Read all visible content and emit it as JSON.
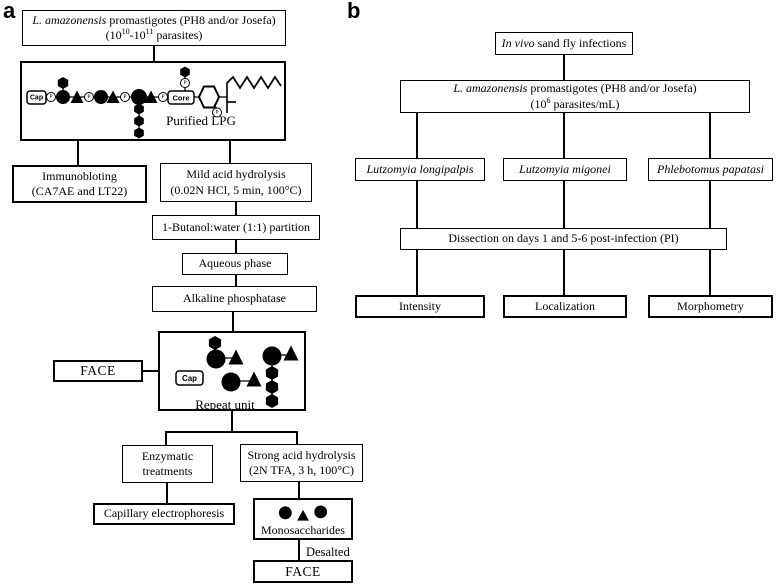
{
  "colors": {
    "ink": "#000000",
    "paper": "#ffffff"
  },
  "glyphs": {
    "p_label": "P",
    "cap_label": "Cap",
    "core_label": "Core"
  },
  "panel_a": {
    "label": "a",
    "parasites_box": {
      "species": "L. amazonensis",
      "rest": " promastigotes (PH8 and/or Josefa)",
      "qty_open": "(10",
      "qty_sup1": "10",
      "qty_dash": "-10",
      "qty_sup2": "11",
      "qty_close": " parasites)"
    },
    "lpg_caption": "Purified LPG",
    "immunoblotting": {
      "line1": "Immunobloting",
      "line2": "(CA7AE and LT22)"
    },
    "mild_acid": {
      "line1": "Mild acid hydrolysis",
      "line2": "(0.02N HCl, 5 min, 100°C)"
    },
    "butanol": "1-Butanol:water (1:1) partition",
    "aqueous": "Aqueous phase",
    "alkaline": "Alkaline phosphatase",
    "face_left": "FACE",
    "repeat_caption": "Repeat unit",
    "enzymatic": {
      "line1": "Enzymatic",
      "line2": "treatments"
    },
    "strong_acid": {
      "line1": "Strong acid hydrolysis",
      "line2": "(2N TFA, 3 h, 100°C)"
    },
    "capillary": "Capillary electrophoresis",
    "monosaccharides": "Monosaccharides",
    "desalted": "Desalted",
    "face_bottom": "FACE"
  },
  "panel_b": {
    "label": "b",
    "invivo": {
      "italic": "In vivo",
      "rest": " sand fly infections"
    },
    "promastigotes_box": {
      "species": "L. amazonensis",
      "rest": " promastigotes (PH8 and/or Josefa)",
      "qty_open": "(10",
      "qty_sup": "6",
      "qty_close": " parasites/mL)"
    },
    "vectors": [
      {
        "name": "Lutzomyia longipalpis"
      },
      {
        "name": "Lutzomyia migonei"
      },
      {
        "name": "Phlebotomus papatasi"
      }
    ],
    "dissection": "Dissection on days 1 and 5-6 post-infection (PI)",
    "outcomes": [
      {
        "name": "Intensity"
      },
      {
        "name": "Localization"
      },
      {
        "name": "Morphometry"
      }
    ]
  }
}
